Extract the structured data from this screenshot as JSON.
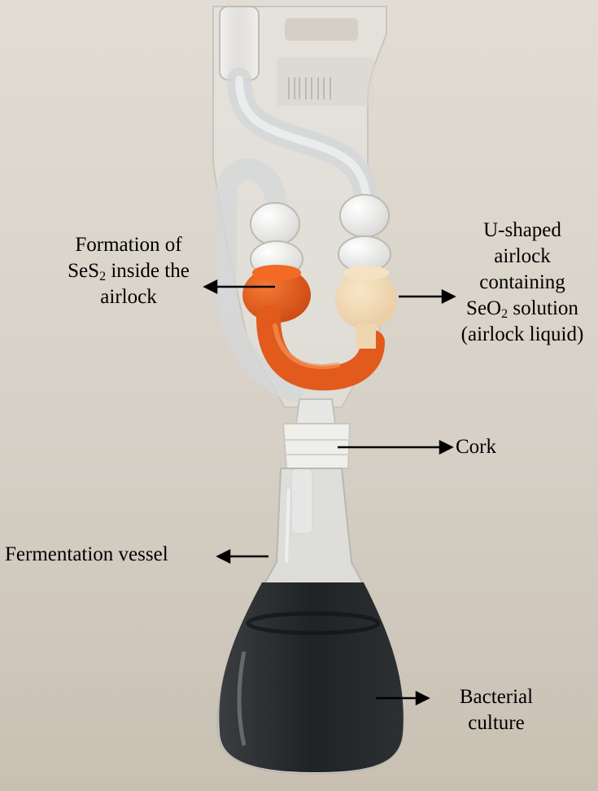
{
  "photo": {
    "subject": "U-shaped airlock on fermentation vessel",
    "colors": {
      "background_top": "#e2ddd4",
      "background_bottom": "#c9c0b3",
      "orange_liquid": "#e4581a",
      "pale_liquid": "#f1d8b4",
      "culture": "#23272a",
      "glass": "#dfe3e6"
    }
  },
  "labels": {
    "formation": {
      "line1": "Formation of",
      "line2_pre": "SeS",
      "line2_sub": "2",
      "line2_post": " inside the",
      "line3": "airlock"
    },
    "airlock": {
      "line1": "U-shaped",
      "line2": "airlock",
      "line3": "containing",
      "line4_pre": "SeO",
      "line4_sub": "2",
      "line4_post": " solution",
      "line5": "(airlock liquid)"
    },
    "cork": "Cork",
    "vessel": "Fermentation vessel",
    "culture": {
      "line1": "Bacterial",
      "line2": "culture"
    }
  }
}
